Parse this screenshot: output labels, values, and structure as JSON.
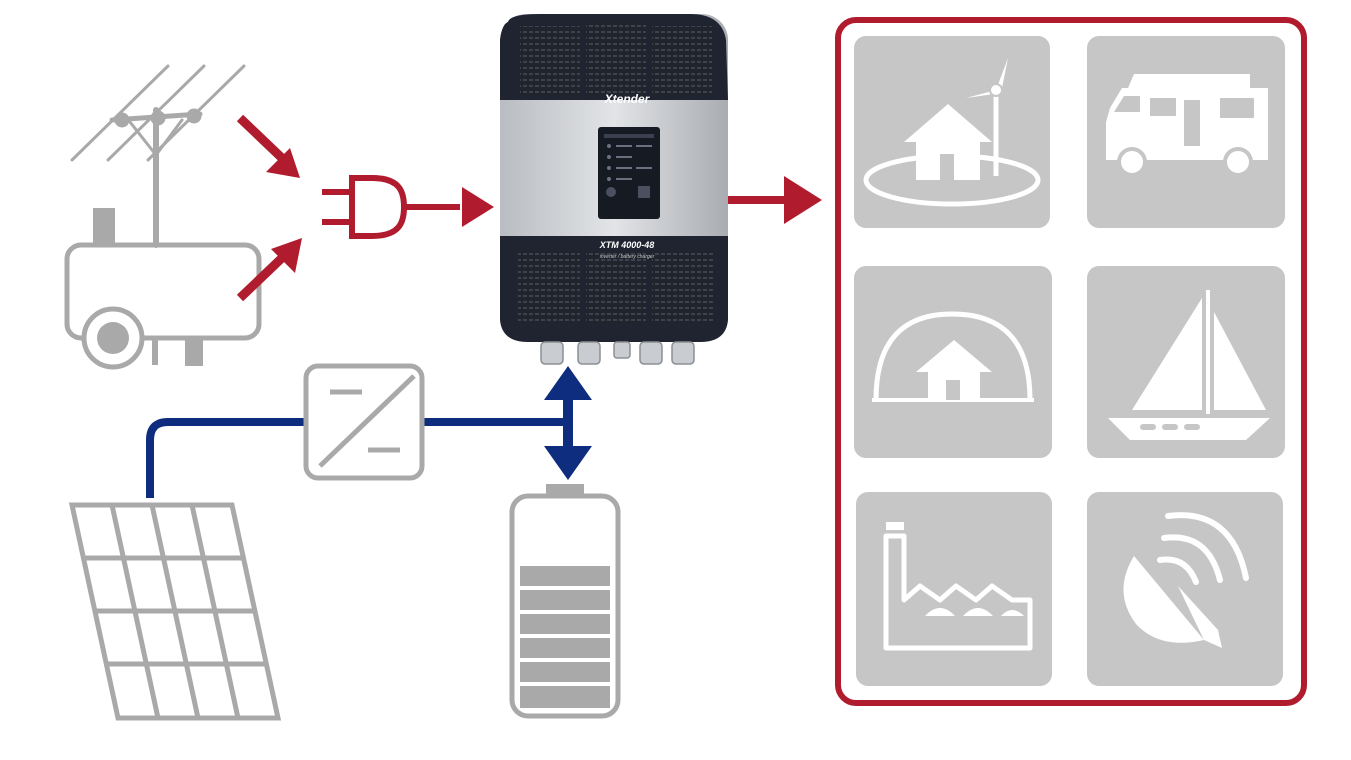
{
  "device": {
    "brand_label": "Xtender",
    "model_label": "XTM 4000-48",
    "model_sublabel": "inverter / battery charger",
    "icon": "inverter-charger-device"
  },
  "sources": [
    {
      "icon": "power-grid-pylon-icon"
    },
    {
      "icon": "generator-icon"
    },
    {
      "icon": "solar-panel-icon"
    },
    {
      "icon": "dc-dc-converter-icon"
    },
    {
      "icon": "battery-icon"
    }
  ],
  "applications": [
    {
      "icon": "off-grid-house-wind-icon"
    },
    {
      "icon": "camper-van-icon"
    },
    {
      "icon": "dome-house-icon"
    },
    {
      "icon": "sailboat-icon"
    },
    {
      "icon": "factory-icon"
    },
    {
      "icon": "satellite-dish-icon"
    }
  ],
  "colors": {
    "ac_arrow": "#b01c2e",
    "dc_line": "#0e2d7e",
    "icon_gray": "#a9a9a9",
    "tile_gray": "#c6c6c6",
    "frame_red": "#b01c2e",
    "device_dark": "#1f2430",
    "device_body": "#d4d6d9"
  }
}
